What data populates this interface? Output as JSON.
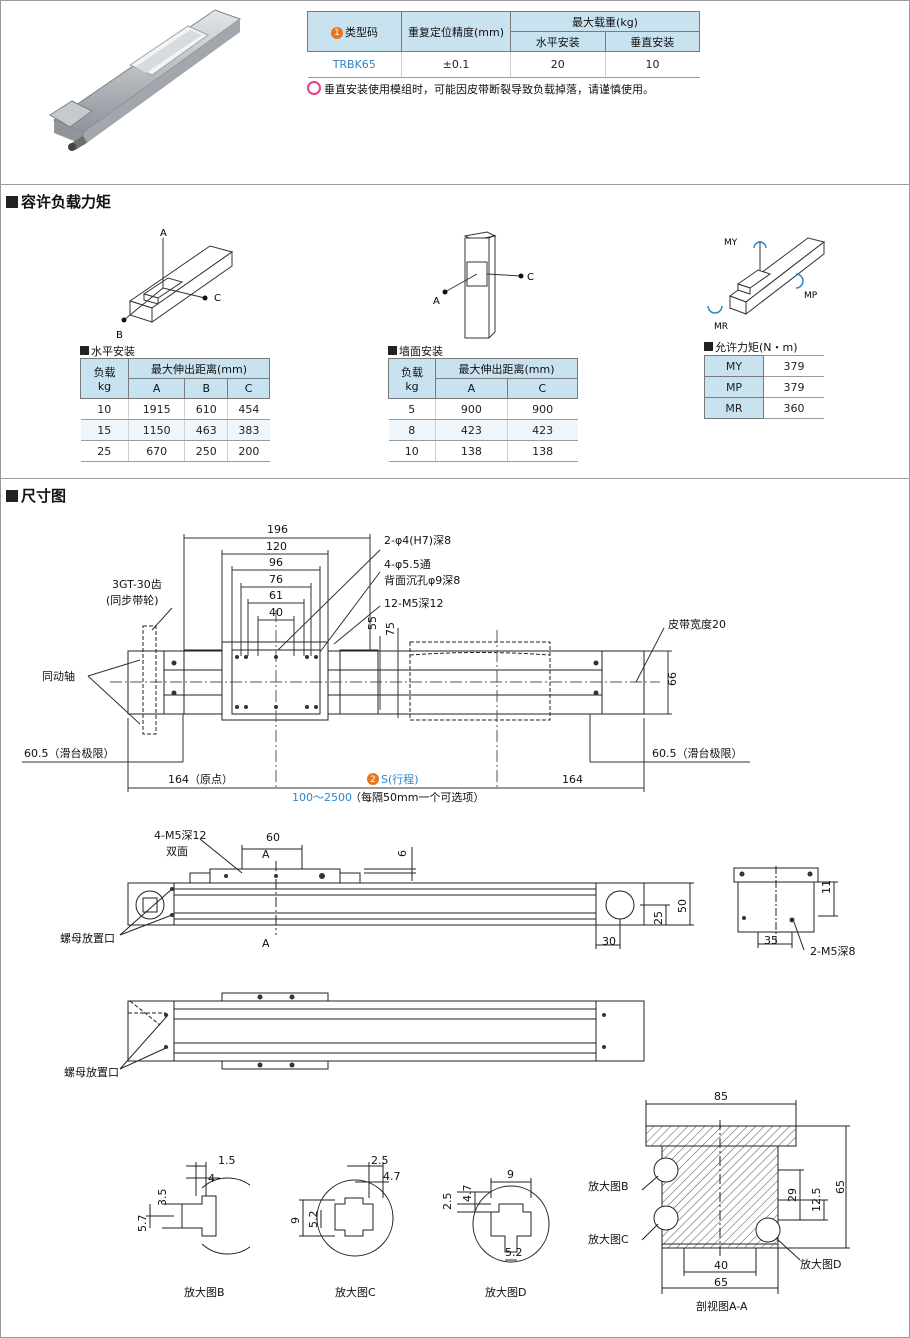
{
  "spec_table": {
    "col_type": "类型码",
    "type_badge": "1",
    "col_accuracy": "重复定位精度(mm)",
    "col_max_load": "最大载重(kg)",
    "col_horizontal": "水平安装",
    "col_vertical": "垂直安装",
    "row": {
      "type": "TRBK65",
      "accuracy": "±0.1",
      "horizontal": "20",
      "vertical": "10"
    }
  },
  "warning_note": "垂直安装使用模组时，可能因皮带断裂导致负载掉落，请谨慎使用。",
  "section_allowable": {
    "title": "容许负载力矩"
  },
  "horizontal": {
    "title": "水平安装",
    "header_load": "负载",
    "header_load_unit": "kg",
    "header_distance": "最大伸出距离(mm)",
    "cols": [
      "A",
      "B",
      "C"
    ],
    "rows": [
      [
        "10",
        "1915",
        "610",
        "454"
      ],
      [
        "15",
        "1150",
        "463",
        "383"
      ],
      [
        "25",
        "670",
        "250",
        "200"
      ]
    ],
    "labels": {
      "a": "A",
      "b": "B",
      "c": "C"
    }
  },
  "wall": {
    "title": "墙面安装",
    "header_load": "负载",
    "header_load_unit": "kg",
    "header_distance": "最大伸出距离(mm)",
    "cols": [
      "A",
      "C"
    ],
    "rows": [
      [
        "5",
        "900",
        "900"
      ],
      [
        "8",
        "423",
        "423"
      ],
      [
        "10",
        "138",
        "138"
      ]
    ],
    "labels": {
      "a": "A",
      "c": "C"
    }
  },
  "moment": {
    "title": "允许力矩(N・m)",
    "rows": [
      [
        "MY",
        "379"
      ],
      [
        "MP",
        "379"
      ],
      [
        "MR",
        "360"
      ]
    ],
    "labels": {
      "my": "MY",
      "mp": "MP",
      "mr": "MR"
    }
  },
  "section_dimensions": {
    "title": "尺寸图"
  },
  "top_view": {
    "d196": "196",
    "d120": "120",
    "d96": "96",
    "d76": "76",
    "d61": "61",
    "d40": "40",
    "d55": "55",
    "d75": "75",
    "d66": "66",
    "note_holes1": "2-φ4(H7)深8",
    "note_holes2": "4-φ5.5通",
    "note_holes3": "背面沉孔φ9深8",
    "note_holes4": "12-M5深12",
    "pulley_line1": "3GT-30齿",
    "pulley_line2": "(同步带轮)",
    "driven_shaft": "同动轴",
    "belt_width": "皮带宽度20",
    "limit_left": "60.5（滑台极限）",
    "limit_right": "60.5（滑台极限）",
    "origin": "164（原点）",
    "stroke_badge": "2",
    "stroke": "S(行程)",
    "d164": "164",
    "stroke_range": "100～2500",
    "stroke_range_note": "（每隔50mm一个可选项）"
  },
  "side_view": {
    "holes_line1": "4-M5深12",
    "holes_line2": "双面",
    "d60": "60",
    "d6": "6",
    "d25": "25",
    "d50": "50",
    "d30": "30",
    "section_mark": "A",
    "nut_port": "螺母放置口"
  },
  "end_view": {
    "d11": "11",
    "d35": "35",
    "holes": "2-M5深8"
  },
  "bottom_view": {
    "nut_port": "螺母放置口"
  },
  "details": {
    "b": {
      "d15": "1.5",
      "d4": "4",
      "d35": "3.5",
      "d57": "5.7",
      "caption": "放大图B"
    },
    "c": {
      "d25": "2.5",
      "d47": "4.7",
      "d9": "9",
      "d52": "5.2",
      "caption": "放大图C"
    },
    "d": {
      "d9": "9",
      "d47": "4.7",
      "d25": "2.5",
      "d52": "5.2",
      "caption": "放大图D"
    }
  },
  "section_aa": {
    "d85": "85",
    "d65h": "65",
    "d29": "29",
    "d125": "12.5",
    "d40": "40",
    "d65w": "65",
    "label_b": "放大图B",
    "label_c": "放大图C",
    "label_d": "放大图D",
    "caption": "剖视图A-A"
  }
}
